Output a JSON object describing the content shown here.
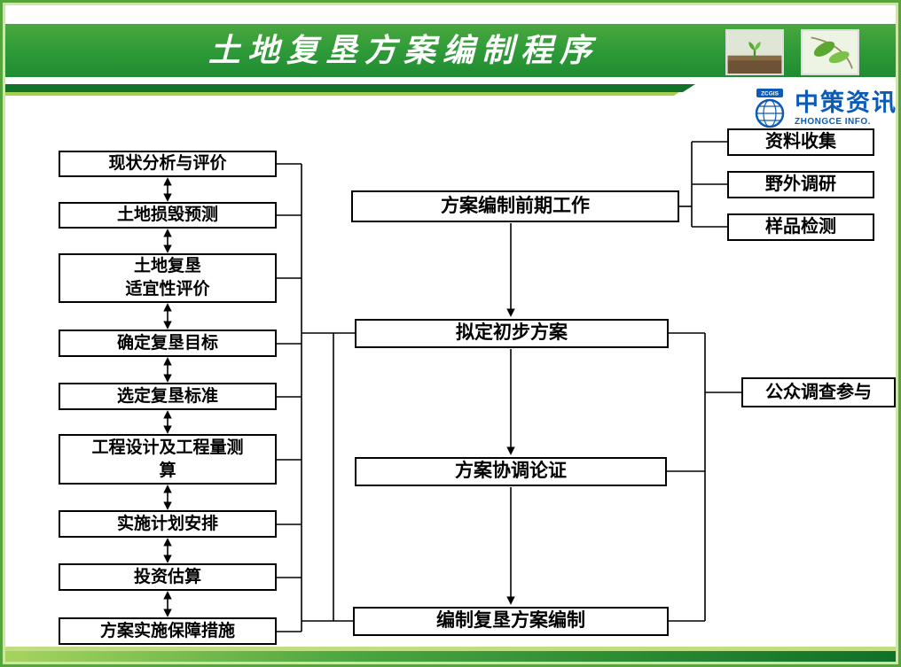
{
  "header": {
    "title": "土地复垦方案编制程序",
    "logo": {
      "badge": "ZCGIS",
      "name": "中策资讯",
      "subtitle": "ZHONGCE INFO."
    },
    "photos": [
      "seedling-photo",
      "leaves-photo"
    ]
  },
  "flowchart": {
    "left_steps": [
      "现状分析与评价",
      "土地损毁预测",
      "土地复垦\n适宜性评价",
      "确定复垦目标",
      "选定复垦标准",
      "工程设计及工程量测\n算",
      "实施计划安排",
      "投资估算",
      "方案实施保障措施"
    ],
    "main_steps": [
      "方案编制前期工作",
      "拟定初步方案",
      "方案协调论证",
      "编制复垦方案编制"
    ],
    "pre_work_items": [
      "资料收集",
      "野外调研",
      "样品检测"
    ],
    "side_box": "公众调查参与"
  },
  "colors": {
    "band_green_top": "#4aa83e",
    "band_green_bottom": "#1f8c31",
    "stripe_dark": "#11732a",
    "stripe_light": "#a6cf4d",
    "logo_blue": "#0d5bb5",
    "box_border": "#000000",
    "box_fill": "#ffffff"
  }
}
